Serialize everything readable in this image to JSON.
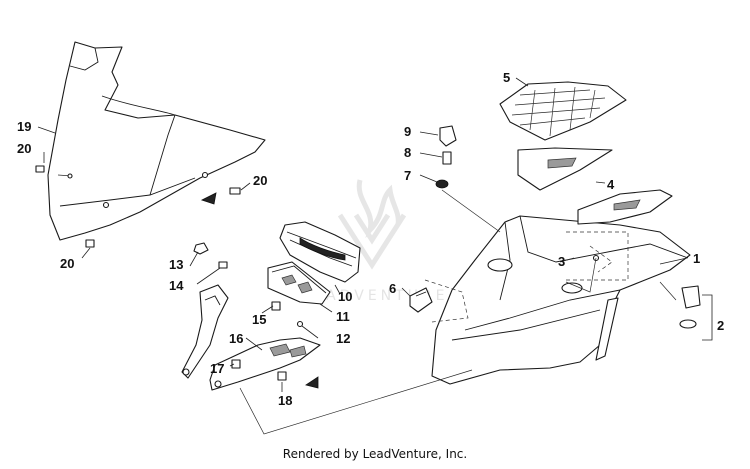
{
  "callouts": [
    {
      "id": "1",
      "label": "1"
    },
    {
      "id": "2",
      "label": "2"
    },
    {
      "id": "3",
      "label": "3"
    },
    {
      "id": "4",
      "label": "4"
    },
    {
      "id": "5",
      "label": "5"
    },
    {
      "id": "6",
      "label": "6"
    },
    {
      "id": "7",
      "label": "7"
    },
    {
      "id": "8",
      "label": "8"
    },
    {
      "id": "9",
      "label": "9"
    },
    {
      "id": "10",
      "label": "10"
    },
    {
      "id": "11",
      "label": "11"
    },
    {
      "id": "12",
      "label": "12"
    },
    {
      "id": "13",
      "label": "13"
    },
    {
      "id": "14",
      "label": "14"
    },
    {
      "id": "15",
      "label": "15"
    },
    {
      "id": "16",
      "label": "16"
    },
    {
      "id": "17",
      "label": "17"
    },
    {
      "id": "18",
      "label": "18"
    },
    {
      "id": "19",
      "label": "19"
    },
    {
      "id": "20a",
      "label": "20"
    },
    {
      "id": "20b",
      "label": "20"
    },
    {
      "id": "20c",
      "label": "20"
    }
  ],
  "watermark": {
    "text": "LEADVENTURE"
  },
  "footer": {
    "text": "Rendered by LeadVenture, Inc."
  }
}
